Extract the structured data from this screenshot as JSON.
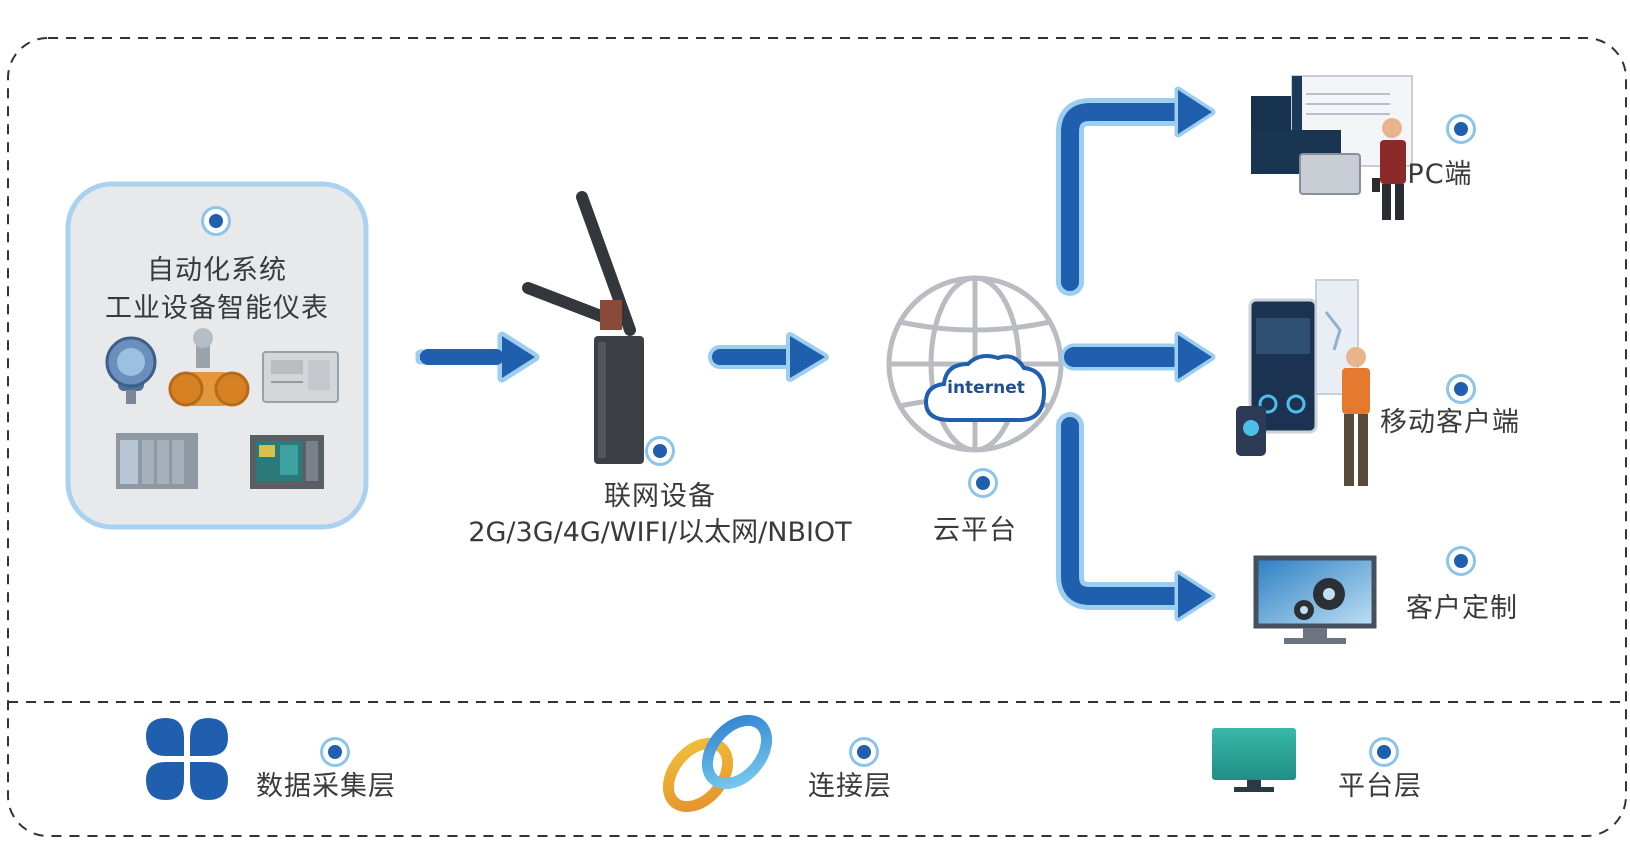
{
  "source": {
    "line1": "自动化系统",
    "line2": "工业设备智能仪表"
  },
  "gateway": {
    "title": "联网设备",
    "subtitle": "2G/3G/4G/WIFI/以太网/NBIOT"
  },
  "cloud": {
    "badge": "internet",
    "label": "云平台"
  },
  "outputs": {
    "pc": "PC端",
    "mobile": "移动客户端",
    "custom": "客户定制"
  },
  "layers": [
    {
      "label": "数据采集层",
      "icon": "four-petal-icon"
    },
    {
      "label": "连接层",
      "icon": "chain-link-icon"
    },
    {
      "label": "平台层",
      "icon": "monitor-icon"
    }
  ],
  "colors": {
    "arrow": "#1f5fae",
    "arrow_glow": "#9ccfef",
    "panel_bg": "#e9eaec",
    "panel_border": "#a9d2f0",
    "dashed": "#333333"
  }
}
